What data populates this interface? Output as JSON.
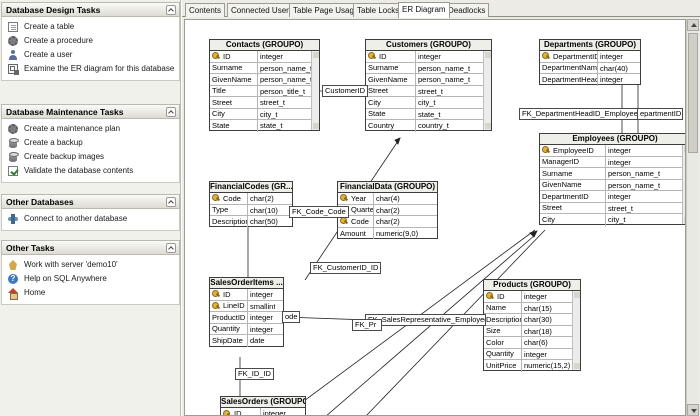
{
  "sidebar": {
    "panels": [
      {
        "title": "Database Design Tasks",
        "tasks": [
          {
            "label": "Create a table",
            "icon": "new-table-icon"
          },
          {
            "label": "Create a procedure",
            "icon": "procedure-icon"
          },
          {
            "label": "Create a user",
            "icon": "user-icon"
          },
          {
            "label": "Examine the ER diagram for this database",
            "icon": "er-diagram-icon"
          }
        ]
      },
      {
        "title": "Database Maintenance Tasks",
        "tasks": [
          {
            "label": "Create a maintenance plan",
            "icon": "maintenance-plan-icon"
          },
          {
            "label": "Create a backup",
            "icon": "backup-icon"
          },
          {
            "label": "Create backup images",
            "icon": "backup-images-icon"
          },
          {
            "label": "Validate the database contents",
            "icon": "validate-icon"
          }
        ]
      },
      {
        "title": "Other Databases",
        "tasks": [
          {
            "label": "Connect to another database",
            "icon": "connect-icon"
          }
        ]
      },
      {
        "title": "Other Tasks",
        "tasks": [
          {
            "label": "Work with server 'demo10'",
            "icon": "server-icon"
          },
          {
            "label": "Help on SQL Anywhere",
            "icon": "help-icon"
          },
          {
            "label": "Home",
            "icon": "home-icon"
          }
        ]
      }
    ]
  },
  "tabs": [
    {
      "label": "Contents"
    },
    {
      "label": "Connected Users"
    },
    {
      "label": "Table Page Usage"
    },
    {
      "label": "Table Locks"
    },
    {
      "label": "ER Diagram",
      "active": true
    },
    {
      "label": "Deadlocks"
    }
  ],
  "er_tables": [
    {
      "title": "Contacts (GROUPO)",
      "rows": [
        {
          "name": "ID",
          "type": "integer",
          "pk": true
        },
        {
          "name": "Surname",
          "type": "person_name_t"
        },
        {
          "name": "GivenName",
          "type": "person_name_t"
        },
        {
          "name": "Title",
          "type": "person_title_t"
        },
        {
          "name": "Street",
          "type": "street_t"
        },
        {
          "name": "City",
          "type": "city_t"
        },
        {
          "name": "State",
          "type": "state_t"
        }
      ]
    },
    {
      "title": "Customers (GROUPO)",
      "rows": [
        {
          "name": "ID",
          "type": "integer",
          "pk": true
        },
        {
          "name": "Surname",
          "type": "person_name_t"
        },
        {
          "name": "GivenName",
          "type": "person_name_t"
        },
        {
          "name": "Street",
          "type": "street_t"
        },
        {
          "name": "City",
          "type": "city_t"
        },
        {
          "name": "State",
          "type": "state_t"
        },
        {
          "name": "Country",
          "type": "country_t"
        }
      ]
    },
    {
      "title": "Departments (GROUPO)",
      "rows": [
        {
          "name": "DepartmentID",
          "type": "integer",
          "pk": true
        },
        {
          "name": "DepartmentName",
          "type": "char(40)"
        },
        {
          "name": "DepartmentHeadID",
          "type": "integer"
        }
      ]
    },
    {
      "title": "Employees (GROUPO)",
      "rows": [
        {
          "name": "EmployeeID",
          "type": "integer",
          "pk": true
        },
        {
          "name": "ManagerID",
          "type": "integer"
        },
        {
          "name": "Surname",
          "type": "person_name_t"
        },
        {
          "name": "GivenName",
          "type": "person_name_t"
        },
        {
          "name": "DepartmentID",
          "type": "integer"
        },
        {
          "name": "Street",
          "type": "street_t"
        },
        {
          "name": "City",
          "type": "city_t"
        }
      ]
    },
    {
      "title": "FinancialCodes (GR...",
      "rows": [
        {
          "name": "Code",
          "type": "char(2)",
          "pk": true
        },
        {
          "name": "Type",
          "type": "char(10)"
        },
        {
          "name": "Description",
          "type": "char(50)"
        }
      ]
    },
    {
      "title": "FinancialData (GROUPO)",
      "rows": [
        {
          "name": "Year",
          "type": "char(4)",
          "pk": true
        },
        {
          "name": "Quarter",
          "type": "char(2)",
          "pk": true
        },
        {
          "name": "Code",
          "type": "char(2)",
          "pk": true
        },
        {
          "name": "Amount",
          "type": "numeric(9,0)"
        }
      ]
    },
    {
      "title": "SalesOrderItems ...",
      "rows": [
        {
          "name": "ID",
          "type": "integer",
          "pk": true
        },
        {
          "name": "LineID",
          "type": "smallint",
          "pk": true
        },
        {
          "name": "ProductID",
          "type": "integer"
        },
        {
          "name": "Quantity",
          "type": "integer"
        },
        {
          "name": "ShipDate",
          "type": "date"
        }
      ]
    },
    {
      "title": "Products (GROUPO)",
      "rows": [
        {
          "name": "ID",
          "type": "integer",
          "pk": true
        },
        {
          "name": "Name",
          "type": "char(15)"
        },
        {
          "name": "Description",
          "type": "char(30)"
        },
        {
          "name": "Size",
          "type": "char(18)"
        },
        {
          "name": "Color",
          "type": "char(6)"
        },
        {
          "name": "Quantity",
          "type": "integer"
        },
        {
          "name": "UnitPrice",
          "type": "numeric(15,2)"
        }
      ]
    },
    {
      "title": "SalesOrders (GROUPO)",
      "rows": [
        {
          "name": "ID",
          "type": "integer",
          "pk": true
        }
      ]
    }
  ],
  "relationship_labels": [
    "CustomerID",
    "FK_DepartmentHeadID_EmployeeID",
    "epartmentID",
    "FK_Code_Code",
    "FK_CustomerID_ID",
    "FK_SalesRepresentative_Employee",
    "FK_Pr",
    "ode",
    "FK_ID_ID"
  ]
}
